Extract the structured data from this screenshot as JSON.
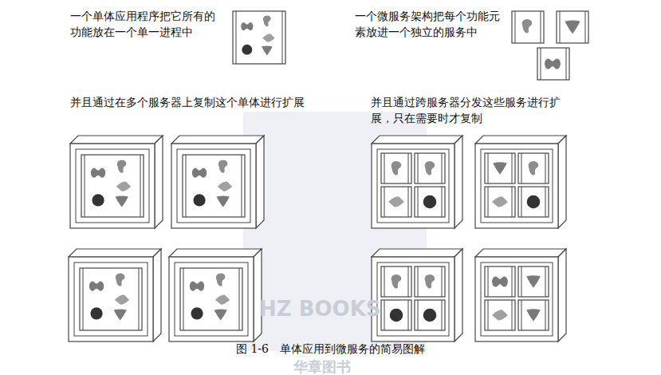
{
  "diagram": {
    "caption": "图 1-6　单体应用到微服务的简易图解",
    "labels": [
      "一个单体应用程序把它所有的功能放在一个单一进程中",
      "一个微服务架构把每个功能元素放进一个独立的服务中",
      "并且通过在多个服务器上复制这个单体进行扩展",
      "并且通过跨服务器分发这些服务进行扩展，只在需要时才复制",
      "HZ BOOKS",
      "华章图书"
    ]
  }
}
